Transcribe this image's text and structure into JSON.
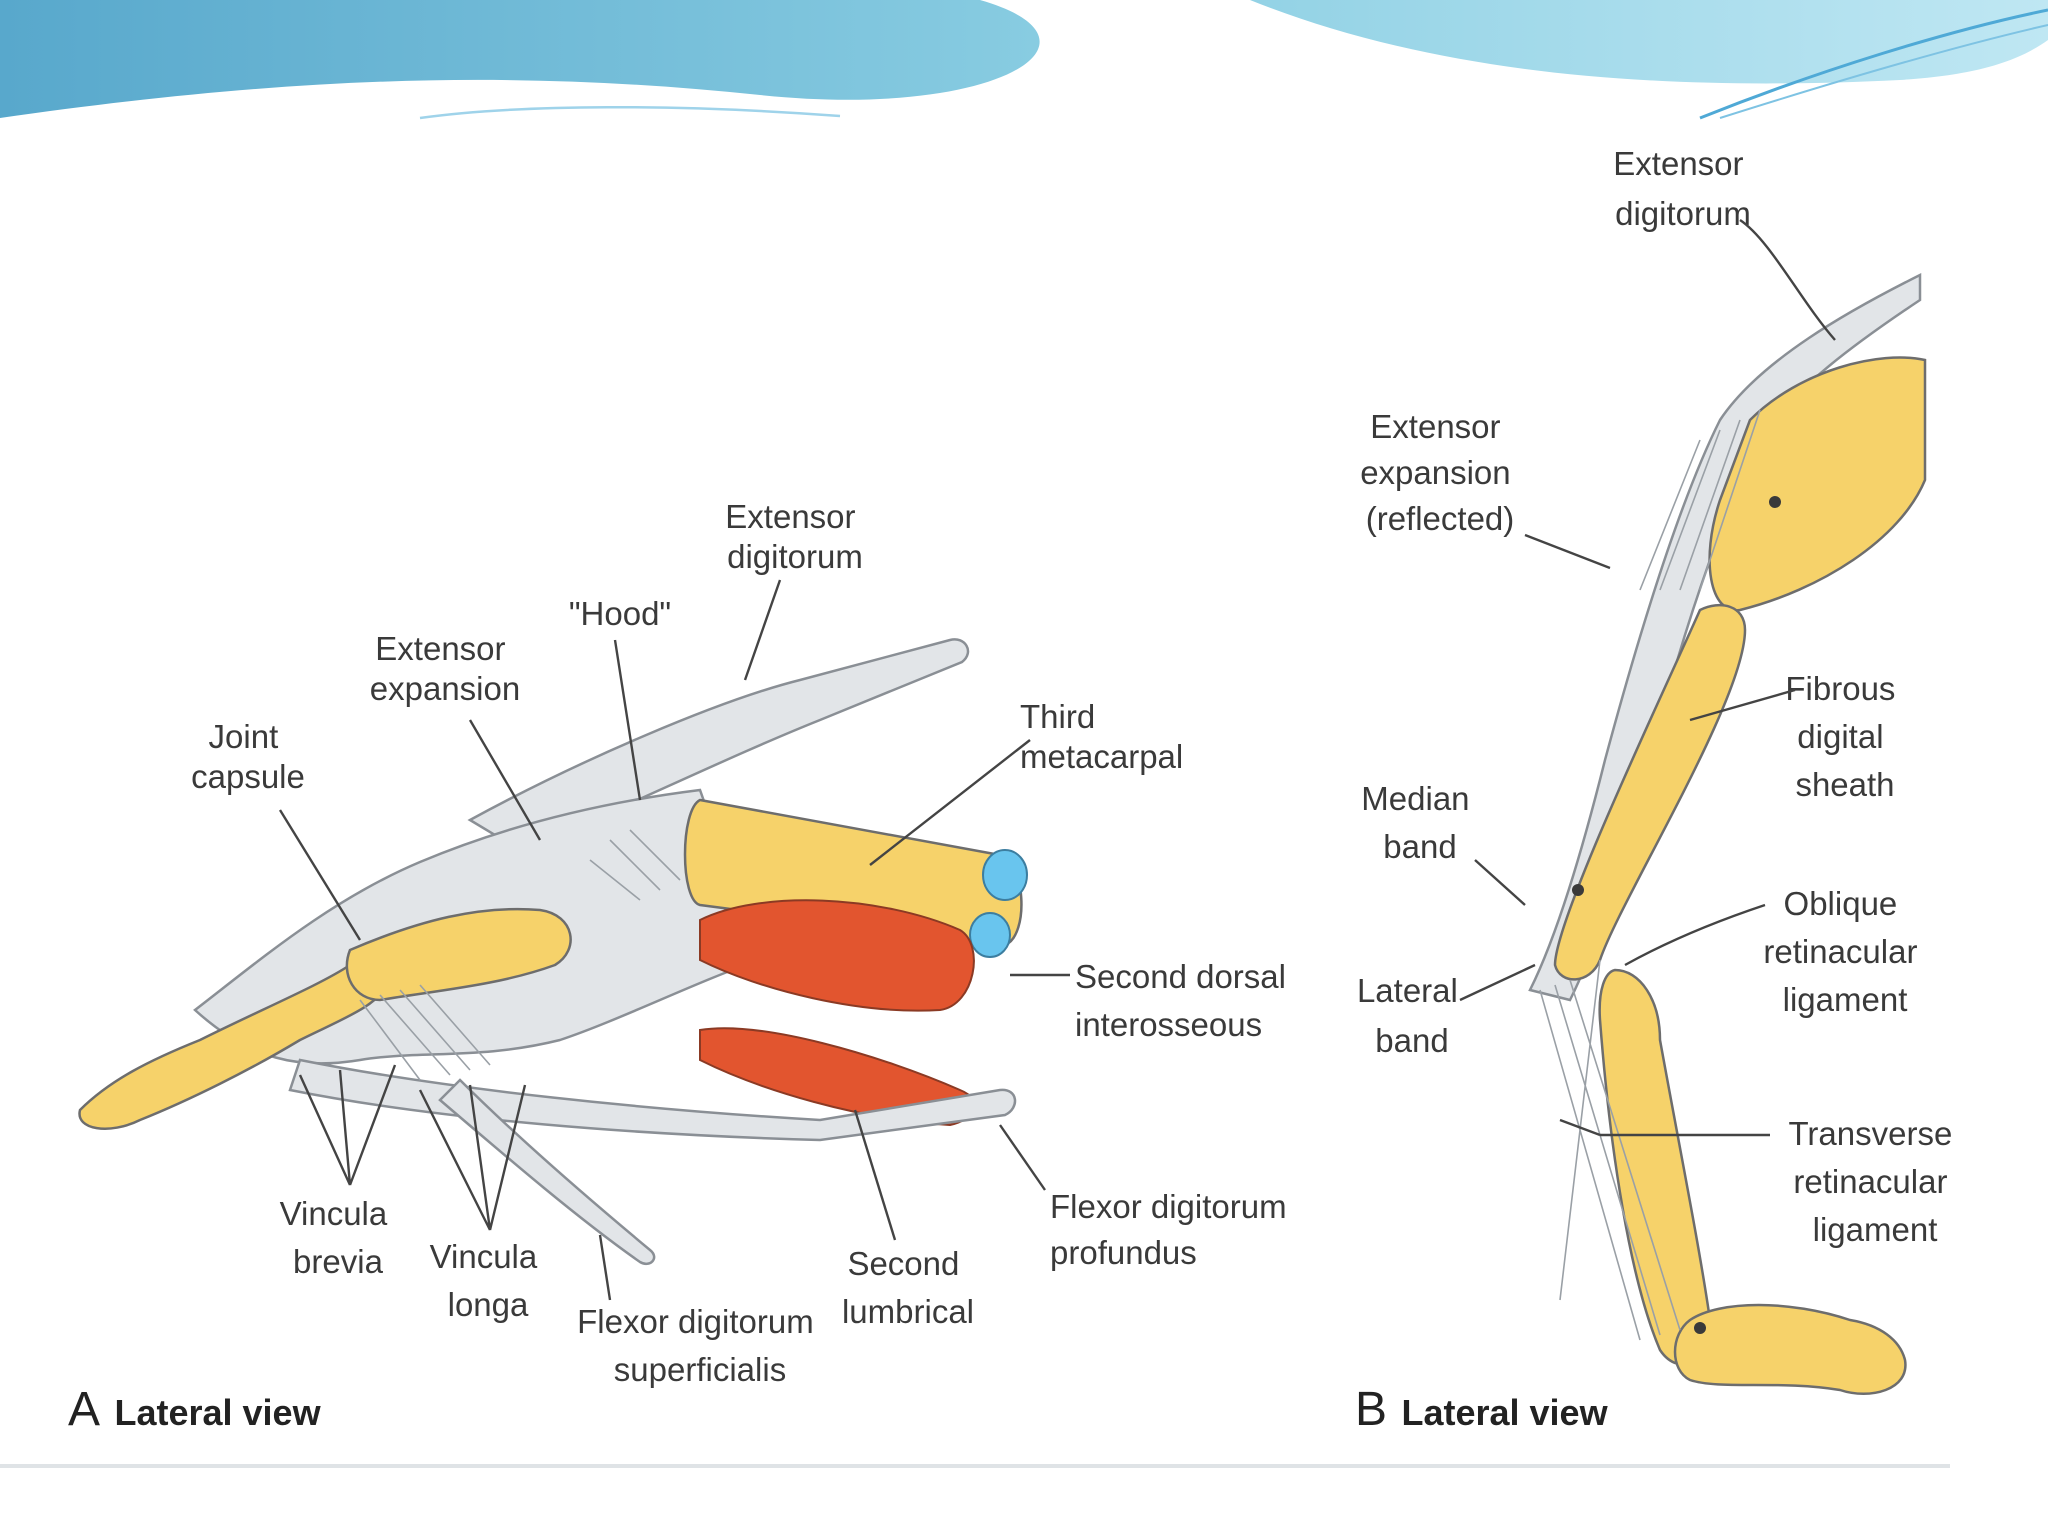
{
  "colors": {
    "banner_dark": "#58a8cc",
    "banner_light": "#bfe7f3",
    "bone": "#f6d26a",
    "tendon": "#e2e5e8",
    "muscle": "#e2552f",
    "cartilage": "#69c5ee",
    "footer_line": "#dfe3e6"
  },
  "panel_a": {
    "letter": "A",
    "caption": "Lateral view",
    "labels": {
      "extensor_digitorum": [
        "Extensor",
        "digitorum"
      ],
      "head": "\"Hood\"",
      "extensor_expansion": [
        "Extensor",
        "expansion"
      ],
      "joint_capsule": [
        "Joint",
        "capsule"
      ],
      "third_metacarpal": [
        "Third",
        "metacarpal"
      ],
      "second_dorsal_interosseous": [
        "Second dorsal",
        "interosseous"
      ],
      "flexor_digitorum_profundus": [
        "Flexor digitorum",
        "profundus"
      ],
      "second_lumbrical": [
        "Second",
        "lumbrical"
      ],
      "flexor_digitorum_superficialis": [
        "Flexor digitorum",
        "superficialis"
      ],
      "vincula_longa": [
        "Vincula",
        "longa"
      ],
      "vincula_brevia": [
        "Vincula",
        "brevia"
      ]
    }
  },
  "panel_b": {
    "letter": "B",
    "caption": "Lateral view",
    "labels": {
      "extensor_digitorum": [
        "Extensor",
        "digitorum"
      ],
      "extensor_expansion_reflected": [
        "Extensor",
        "expansion",
        "(reflected)"
      ],
      "fibrous_digital_sheath": [
        "Fibrous",
        "digital",
        "sheath"
      ],
      "median_band": [
        "Median",
        "band"
      ],
      "oblique_retinacular_ligament": [
        "Oblique",
        "retinacular",
        "ligament"
      ],
      "lateral_band": [
        "Lateral",
        "band"
      ],
      "transverse_retinacular_ligament": [
        "Transverse",
        "retinacular",
        "ligament"
      ]
    }
  }
}
